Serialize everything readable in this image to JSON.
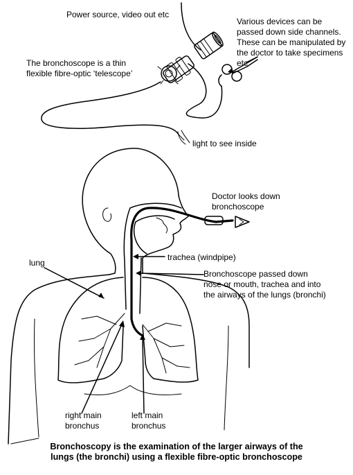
{
  "labels": {
    "power": "Power source, video out etc",
    "devices": [
      "Various devices can be",
      "passed down side channels.",
      "These can be manipulated by",
      "the doctor to take specimens",
      "etc"
    ],
    "scope": [
      "The bronchoscope is a thin",
      "flexible fibre-optic ‘telescope’"
    ],
    "light": "light to see inside",
    "doctor": [
      "Doctor looks down",
      "bronchoscope"
    ],
    "lung": "lung",
    "trachea": "trachea (windpipe)",
    "passed": [
      "Bronchoscope passed down",
      "nose or mouth, trachea and into",
      "the airways of the lungs (bronchi)"
    ],
    "right_bronchus": [
      "right main",
      "bronchus"
    ],
    "left_bronchus": [
      "left main",
      "bronchus"
    ]
  },
  "caption": [
    "Bronchoscopy is the examination of the larger airways of the",
    "lungs (the bronchi) using a flexible fibre-optic bronchoscope"
  ]
}
